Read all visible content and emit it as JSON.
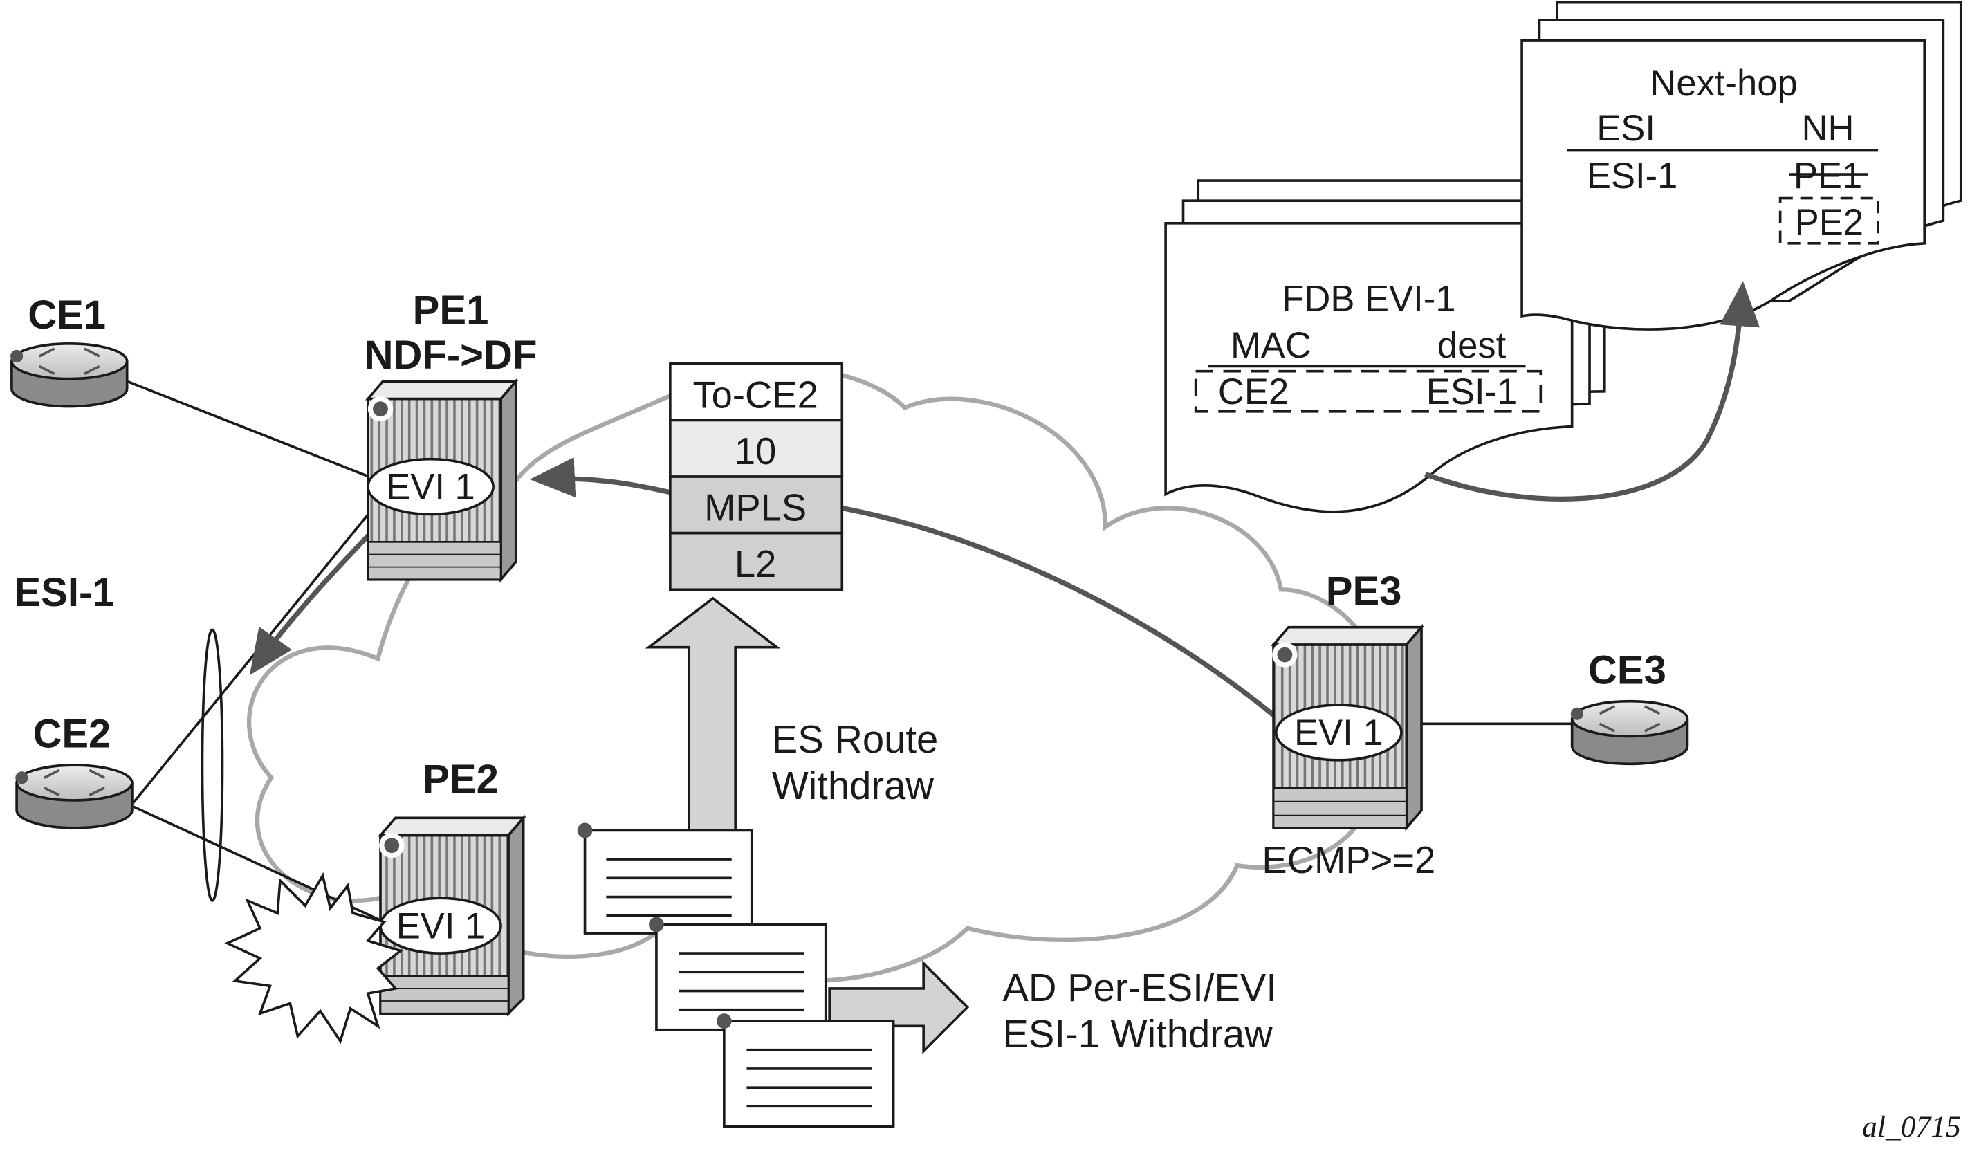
{
  "nodes": {
    "ce1": "CE1",
    "ce2": "CE2",
    "ce3": "CE3",
    "pe1": "PE1",
    "pe1_state": "NDF->DF",
    "pe2": "PE2",
    "pe3": "PE3",
    "pe3_note": "ECMP>=2",
    "evi_label": "EVI 1",
    "esi": "ESI-1"
  },
  "packet": {
    "rows": [
      "To-CE2",
      "10",
      "MPLS",
      "L2"
    ]
  },
  "fdb_table": {
    "title": "FDB EVI-1",
    "headers": [
      "MAC",
      "dest"
    ],
    "row": [
      "CE2",
      "ESI-1"
    ]
  },
  "nexthop_table": {
    "title": "Next-hop",
    "headers": [
      "ESI",
      "NH"
    ],
    "esi": "ESI-1",
    "old_nh": "PE1",
    "new_nh": "PE2"
  },
  "messages": {
    "es_route": [
      "ES Route",
      "Withdraw"
    ],
    "ad_route": [
      "AD Per-ESI/EVI",
      "ESI-1 Withdraw"
    ]
  },
  "figure_id": "al_0715"
}
